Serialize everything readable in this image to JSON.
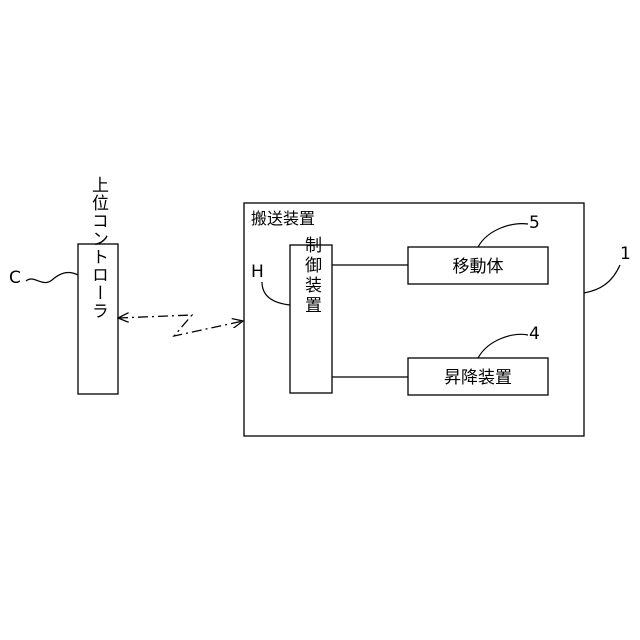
{
  "upper_controller": {
    "label": "上位コントローラ",
    "ref": "C"
  },
  "transport_device": {
    "label": "搬送装置",
    "ref": "1",
    "control_unit": {
      "label": "制御装置",
      "ref": "H"
    },
    "moving_body": {
      "label": "移動体",
      "ref": "5"
    },
    "lifting_device": {
      "label": "昇降装置",
      "ref": "4"
    }
  },
  "colors": {
    "line": "#000000",
    "background": "#ffffff"
  }
}
